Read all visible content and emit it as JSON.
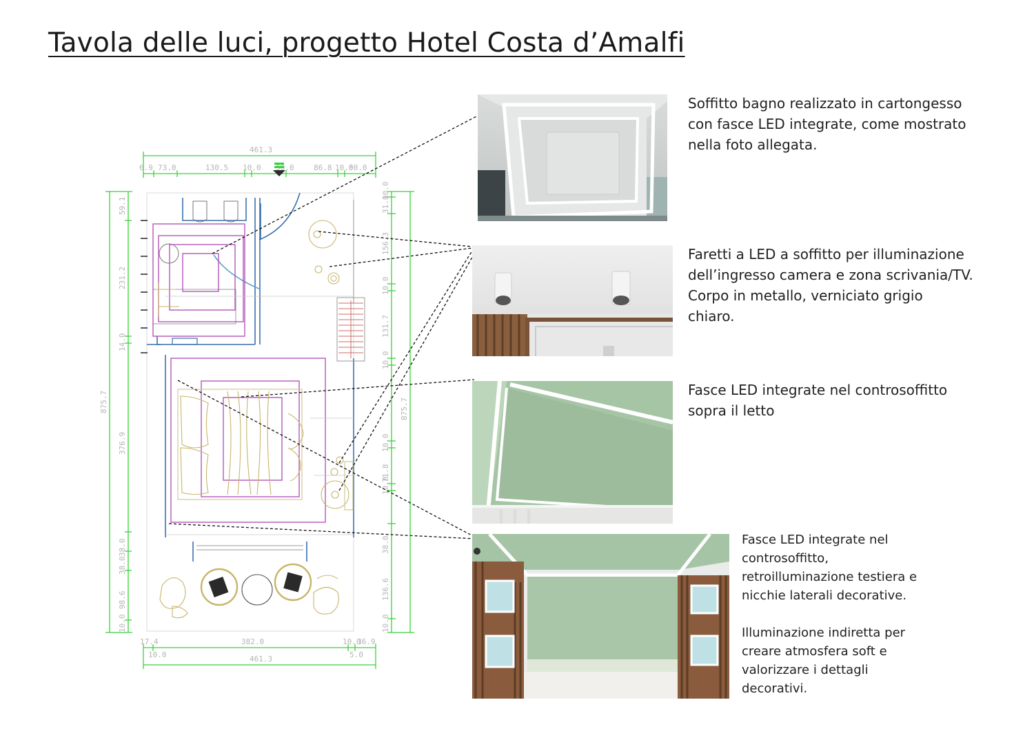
{
  "title": "Tavola delle luci, progetto Hotel Costa d’Amalfi",
  "captions": [
    {
      "lines": [
        "Soffitto bagno realizzato in cartongesso",
        "con fasce LED integrate, come mostrato",
        "nella foto allegata."
      ]
    },
    {
      "lines": [
        "Faretti a LED a soffitto per illuminazione",
        "dell’ingresso camera e zona scrivania/TV.",
        "Corpo in metallo, verniciato grigio",
        "chiaro."
      ]
    },
    {
      "lines": [
        "Fasce LED integrate nel controsoffitto",
        "sopra il letto"
      ]
    },
    {
      "lines": [
        "Fasce LED integrate nel",
        "controsoffitto,",
        "retroilluminazione testiera e",
        "nicchie laterali decorative.",
        "",
        "Illuminazione indiretta per",
        "creare atmosfera soft e",
        "valorizzare i dettagli",
        "decorativi."
      ]
    }
  ],
  "dimensions": {
    "top_total": "461.3",
    "top_segments": [
      "6.9",
      "73.0",
      "130.5",
      "10.0",
      "50.0",
      "86.8",
      "10.0",
      "50.0"
    ],
    "left_total": "875.7",
    "left_segments": [
      "59.1",
      "231.2",
      "14.0",
      "376.9",
      "38.0",
      "38.0",
      "98.6",
      "10.0"
    ],
    "right_total": "875.7",
    "right_segments": [
      "10.0",
      "31.0",
      "156.3",
      "10.0",
      "131.7",
      "10.0",
      "10.0",
      "71.8",
      "10.0",
      "38.0",
      "136.6",
      "10.0"
    ],
    "bottom_segments": [
      "17.4",
      "382.0",
      "10.0",
      "36.9"
    ],
    "bottom_sub": [
      "10.0",
      "5.0"
    ],
    "bottom_total": "461.3"
  },
  "colors": {
    "dimension_line": "#37d23a",
    "wall_outline": "#3a6fb0",
    "ceiling_outline": "#b455b8",
    "furniture_line": "#c9b46a",
    "led_glow": "#ffffff",
    "ceiling_green": "#a5c4a5"
  },
  "icons": {
    "north_marker": "arrow-down-icon"
  }
}
